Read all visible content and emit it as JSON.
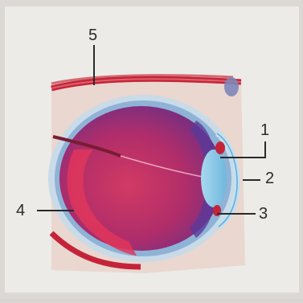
{
  "diagram": {
    "labels": {
      "n1": "1",
      "n2": "2",
      "n3": "3",
      "n4": "4",
      "n5": "5"
    },
    "colors": {
      "background": "#d9d6d1",
      "tissue": "#e9c6c0",
      "sclera": "#c9dbe8",
      "choroid_blue": "#8fb3d6",
      "interior_red": "#cf2f57",
      "interior_purple": "#6b2f86",
      "lens": "#9fd4ea",
      "vessel": "#c4243a",
      "leader": "#2a2a2a"
    }
  }
}
